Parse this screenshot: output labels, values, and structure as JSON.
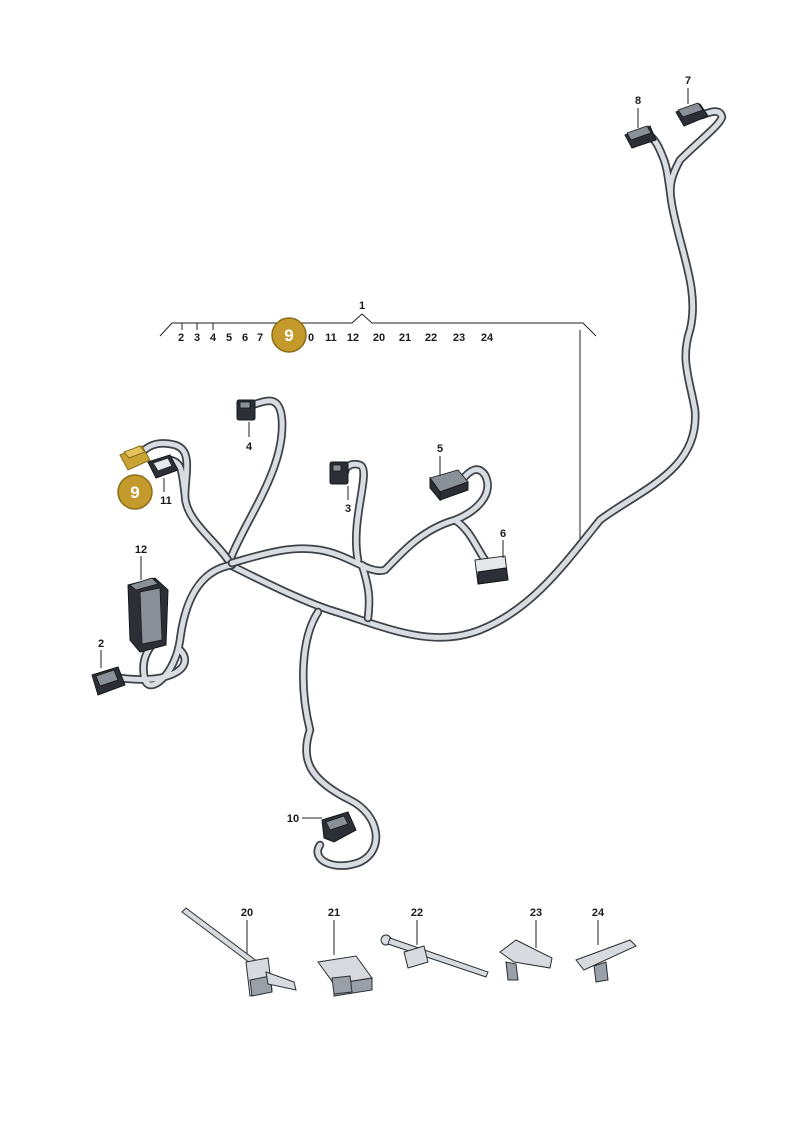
{
  "labels": {
    "l1": "1",
    "l2": "2",
    "l3": "3",
    "l4": "4",
    "l5": "5",
    "l6": "6",
    "l7": "7",
    "l8": "8",
    "l10": "10",
    "l11": "11",
    "l12": "12",
    "l20": "20",
    "l21": "21",
    "l22": "22",
    "l23": "23",
    "l24": "24"
  },
  "group_items": {
    "g2": "2",
    "g3": "3",
    "g4": "4",
    "g5": "5",
    "g6": "6",
    "g7": "7",
    "g10": "0",
    "g11": "11",
    "g12": "12",
    "g20": "20",
    "g21": "21",
    "g22": "22",
    "g23": "23",
    "g24": "24"
  },
  "highlight": {
    "number": "9",
    "color": "#c49a2c"
  },
  "colors": {
    "wire_outline": "#3d4248",
    "wire_fill": "#d9dde2",
    "connector": "#2c3036"
  }
}
